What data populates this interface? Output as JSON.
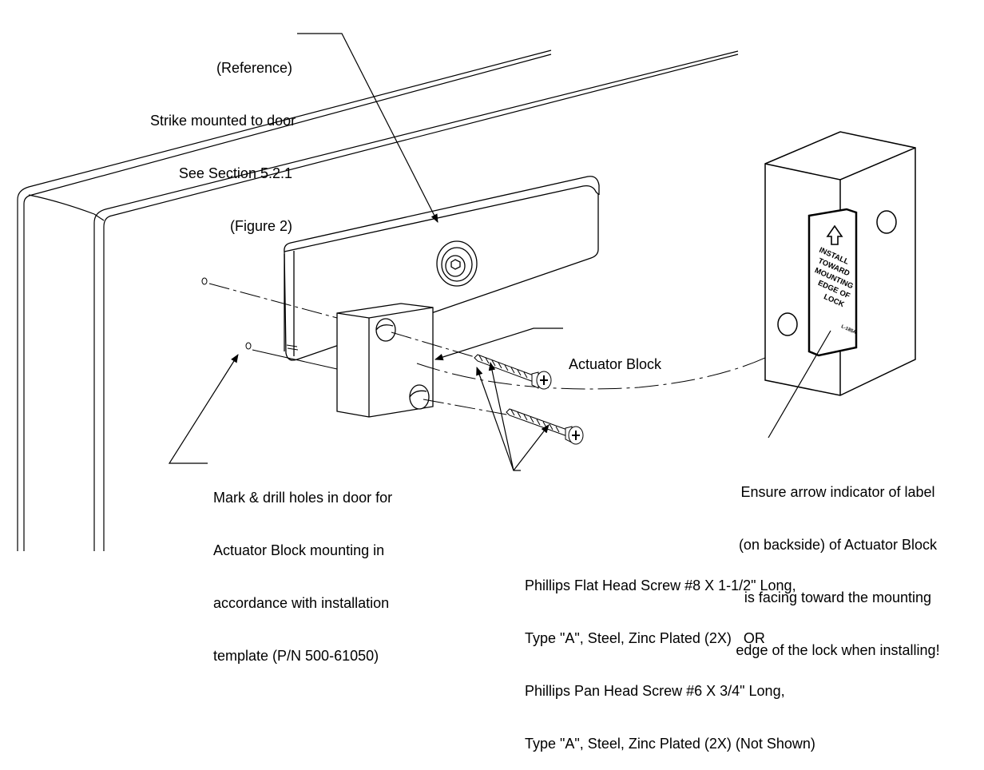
{
  "callouts": {
    "reference": [
      "(Reference)",
      "Strike mounted to door",
      "See Section 5.2.1",
      "(Figure 2)"
    ],
    "actuator": "Actuator Block",
    "ensure": [
      "Ensure arrow indicator of label",
      "(on backside) of Actuator Block",
      "is facing toward the mounting",
      "edge of the lock when installing!"
    ],
    "drill": [
      "Mark & drill holes in door for",
      "Actuator Block mounting in",
      "accordance with installation",
      "template (P/N 500-61050)"
    ],
    "screws": [
      "Phillips Flat Head Screw #8 X 1-1/2\" Long,",
      "Type \"A\", Steel, Zinc Plated (2X)   OR",
      "Phillips Pan Head Screw #6 X 3/4\" Long,",
      "Type \"A\", Steel, Zinc Plated (2X) (Not Shown)"
    ]
  },
  "block_label": {
    "lines": [
      "INSTALL",
      "TOWARD",
      "MOUNTING",
      "EDGE OF",
      "LOCK"
    ],
    "part_no": "L-185A"
  }
}
